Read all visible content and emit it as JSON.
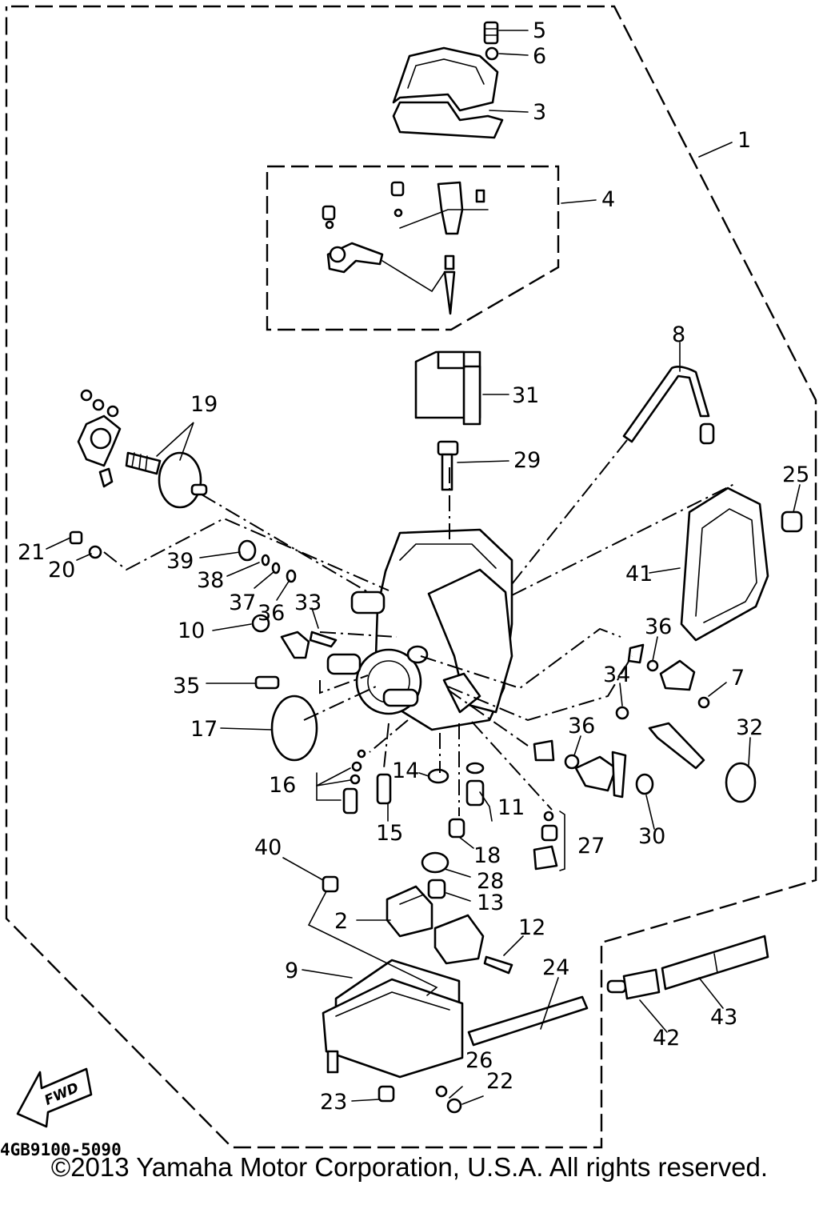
{
  "diagram_code": "4GB9100-5090",
  "copyright": "©2013 Yamaha Motor Corporation, U.S.A. All rights reserved.",
  "fwd_label": "FWD",
  "callouts": [
    "1",
    "2",
    "3",
    "4",
    "5",
    "6",
    "7",
    "8",
    "9",
    "10",
    "11",
    "12",
    "13",
    "14",
    "15",
    "16",
    "17",
    "18",
    "19",
    "20",
    "21",
    "22",
    "23",
    "24",
    "25",
    "26",
    "27",
    "28",
    "29",
    "30",
    "31",
    "32",
    "33",
    "34",
    "35",
    "36",
    "37",
    "38",
    "39",
    "40",
    "41",
    "42",
    "43"
  ]
}
